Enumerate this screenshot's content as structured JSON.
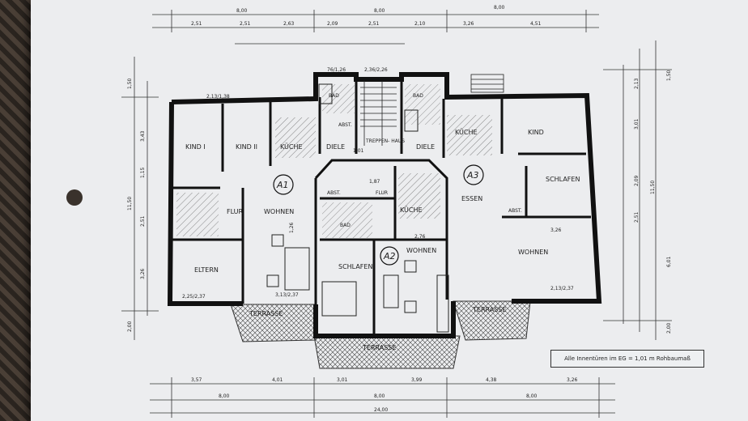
{
  "plan": {
    "note": "Alle Innentüren im EG = 1,01 m Rohbaumaß",
    "units": {
      "a1": "A1",
      "a2": "A2",
      "a3": "A3"
    },
    "rooms": {
      "kind_i": "KIND I",
      "kind_ii": "KIND II",
      "kueche_a1": "KÜCHE",
      "diele_a1": "DIELE",
      "abst_a1": "ABST.",
      "bad_a1": "BAD",
      "treppenhaus": "TREPPEN-\nHAUS",
      "diele_a3": "DIELE",
      "bad_a3": "BAD",
      "kueche_a3": "KÜCHE",
      "kind_a3": "KIND",
      "schlafen_a3": "SCHLAFEN",
      "essen": "ESSEN",
      "abst_a3": "ABST.",
      "wohnen_a3": "WOHNEN",
      "flur": "FLUR",
      "wohnen_a1": "WOHNEN",
      "eltern": "ELTERN",
      "abst_a2": "ABST.",
      "flur_a2": "FLUR",
      "bad_a2": "BAD",
      "kueche_a2": "KÜCHE",
      "schlafen_a2": "SCHLAFEN",
      "wohnen_a2": "WOHNEN",
      "terrasse_left": "TERRASSE",
      "terrasse_center": "TERRASSE",
      "terrasse_right": "TERRASSE"
    },
    "dims": {
      "top_total": [
        "8,00",
        "8,00",
        "8,00"
      ],
      "top_detail": [
        "2,51",
        "2,51",
        "2,63",
        "2,09",
        "2,51",
        "2,10",
        "3,26",
        "4,51"
      ],
      "bottom_detail": [
        "3,57",
        "4,01",
        "3,01",
        "3,99",
        "4,38",
        "3,26"
      ],
      "bottom_total": [
        "8,00",
        "8,00",
        "8,00"
      ],
      "bottom_overall": "24,00",
      "left": [
        "1,50",
        "3,43",
        "1,15",
        "2,51",
        "3,26",
        "11,50",
        "2,00"
      ],
      "right": [
        "2,13",
        "3,01",
        "2,09",
        "2,51",
        "6,01",
        "11,50",
        "2,00",
        "1,50"
      ],
      "room_sizes": [
        "2,13/1,38",
        "3,13/2,37",
        "2,25/2,37",
        "2,76",
        "3,26",
        "2,13/2,37",
        "1,26",
        "1,01",
        "1,87",
        "2,36/2,26",
        "76/1,26"
      ]
    }
  }
}
